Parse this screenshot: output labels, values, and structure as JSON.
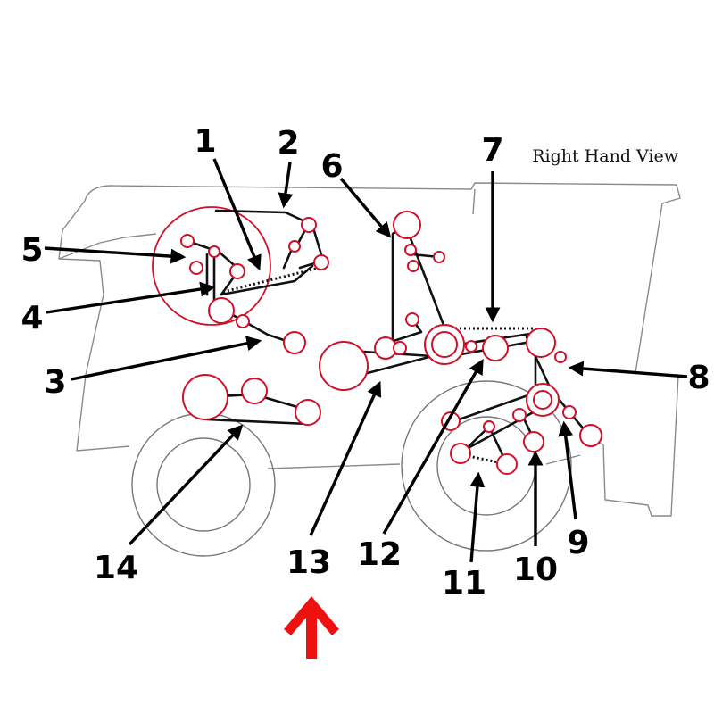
{
  "view_label": "Right Hand View",
  "colors": {
    "pulley": "#d0102a",
    "belt": "#111111",
    "outline": "#8a8a8a",
    "marker": "#ef1010"
  },
  "callouts": [
    "1",
    "2",
    "3",
    "4",
    "5",
    "6",
    "7",
    "8",
    "9",
    "10",
    "11",
    "12",
    "13",
    "14"
  ],
  "marker": {
    "icon": "red-up-arrow-icon",
    "points_to": "13"
  }
}
